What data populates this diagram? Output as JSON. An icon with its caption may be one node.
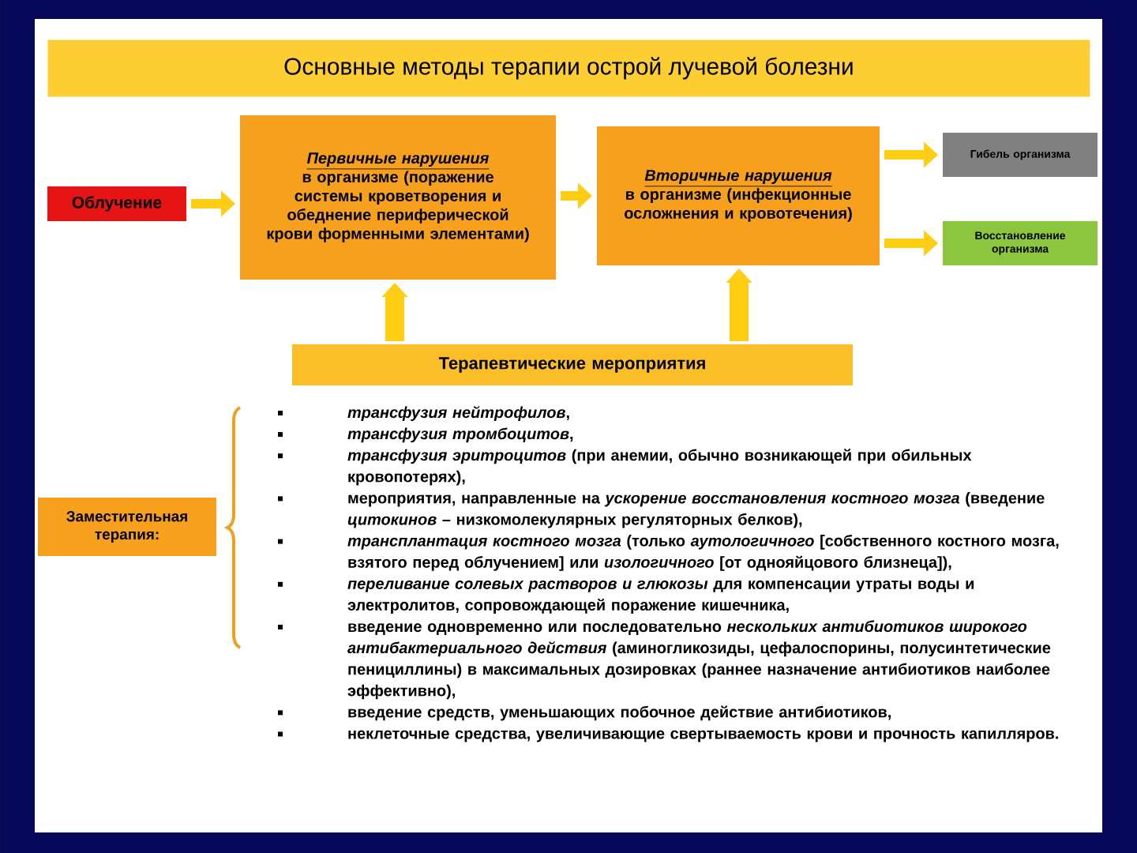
{
  "diagram": {
    "title": "Основные методы терапии острой лучевой болезни",
    "nodes": [
      {
        "text": [
          "Облучение"
        ]
      },
      {
        "text": [
          "Первичные нарушения",
          "в организме (поражение системы кроветворения и обеднение периферической крови форменными элементами)"
        ]
      },
      {
        "text": [
          "Вторичные нарушения",
          "в организме (инфекционные осложнения и кровотечения)"
        ]
      },
      {
        "text": [
          "Гибель организма"
        ]
      },
      {
        "text": [
          "Восстановление организма"
        ]
      },
      {
        "text": [
          "Терапевтические мероприятия"
        ]
      },
      {
        "text": [
          "Заместительная терапия:"
        ]
      }
    ],
    "edges": [
      {
        "from": 0,
        "to": 1,
        "arrow": "to"
      },
      {
        "from": 1,
        "to": 2,
        "arrow": "to"
      },
      {
        "from": 2,
        "to": 3,
        "arrow": "to"
      },
      {
        "from": 2,
        "to": 4,
        "arrow": "to"
      },
      {
        "from": 5,
        "to": 1,
        "arrow": "to",
        "style": "thick"
      },
      {
        "from": 5,
        "to": 2,
        "arrow": "to",
        "style": "thick"
      }
    ],
    "labels": [
      "*трансфузия нейтрофилов*,",
      "*трансфузия тромбоцитов*,",
      "*трансфузия эритроцитов* (при анемии, обычно возникающей при обильных кровопотерях),",
      "мероприятия, направленные на *ускорение восстановления костного мозга* (введение *цитокинов* – низкомолекулярных регуляторных белков),",
      "*трансплантация костного мозга* (только *аутологичного* [собственного костного мозга, взятого перед облучением] или *изологичного* [от однояйцового близнеца]),",
      "*переливание солевых растворов и глюкозы* для компенсации утраты воды и электролитов, сопровождающей поражение кишечника,",
      "введение одновременно или последовательно *нескольких антибиотиков широкого антибактериального действия* (аминогликозиды, цефалоспорины, полусинтетические пенициллины) в максимальных дозировках (раннее назначение антибиотиков наиболее эффективно),",
      "введение средств, уменьшающих побочное действие антибиотиков,",
      "неклеточные средства, увеличивающие свертываемость крови и прочность капилляров."
    ]
  }
}
